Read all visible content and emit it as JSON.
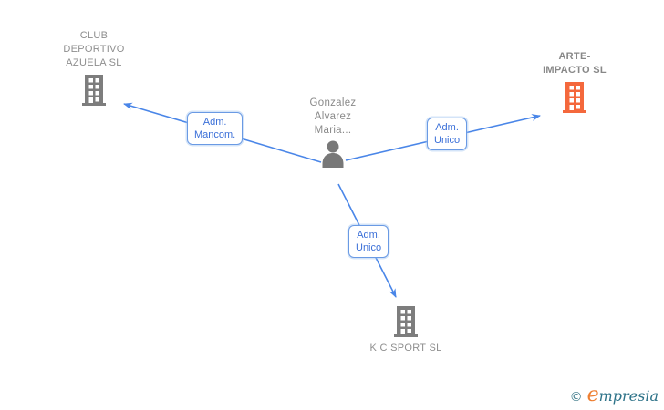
{
  "diagram": {
    "person": {
      "name_lines": [
        "Gonzalez",
        "Alvarez",
        "Maria..."
      ],
      "icon": "person-silhouette-icon"
    },
    "companies": [
      {
        "id": "club-deportivo-azuela",
        "name_lines": [
          "CLUB",
          "DEPORTIVO",
          "AZUELA SL"
        ],
        "icon": "building-icon",
        "highlighted": false
      },
      {
        "id": "arte-impacto",
        "name_lines": [
          "ARTE-",
          "IMPACTO SL"
        ],
        "icon": "building-icon",
        "highlighted": true
      },
      {
        "id": "k-c-sport",
        "name_lines": [
          "K C SPORT SL"
        ],
        "icon": "building-icon",
        "highlighted": false
      }
    ],
    "edges": [
      {
        "id": "edge-mancom-club",
        "label_lines": [
          "Adm.",
          "Mancom."
        ]
      },
      {
        "id": "edge-unico-arte",
        "label_lines": [
          "Adm.",
          "Unico"
        ]
      },
      {
        "id": "edge-unico-kcsport",
        "label_lines": [
          "Adm.",
          "Unico"
        ]
      }
    ]
  },
  "watermark": {
    "copyright": "©",
    "brand_first": "e",
    "brand_rest": "mpresia"
  },
  "colors": {
    "edge_blue": "#4a86e8",
    "edge_label_border": "#6a9ae4",
    "edge_label_text": "#3a6fd8",
    "company_text_gray": "#8e8e8e",
    "icon_gray": "#7d7d7d",
    "highlight_orange": "#f4683c",
    "brand_teal": "#2e7389",
    "brand_orange": "#ee7e30"
  }
}
